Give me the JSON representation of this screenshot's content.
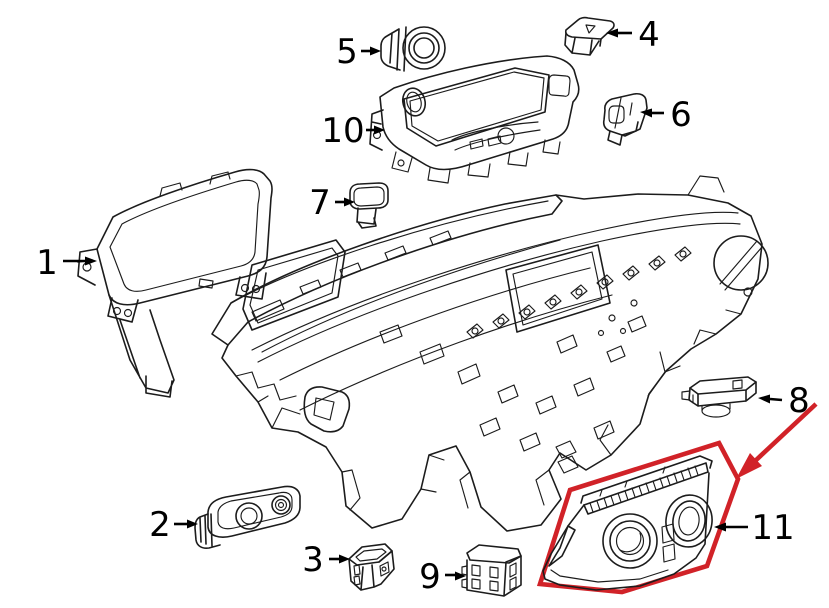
{
  "diagram": {
    "description": "Exploded parts diagram of a vehicle instrument panel (dashboard) with numbered component callouts; part 11 (heater and A/C control) is highlighted in red",
    "background_color": "#ffffff",
    "line_color": "#1c1c1c",
    "highlight_color": "#d12228"
  },
  "callouts": {
    "c1": {
      "label": "1"
    },
    "c2": {
      "label": "2"
    },
    "c3": {
      "label": "3"
    },
    "c4": {
      "label": "4"
    },
    "c5": {
      "label": "5"
    },
    "c6": {
      "label": "6"
    },
    "c7": {
      "label": "7"
    },
    "c8": {
      "label": "8"
    },
    "c9": {
      "label": "9"
    },
    "c10": {
      "label": "10"
    },
    "c11": {
      "label": "11"
    }
  },
  "highlighted_callout": "11"
}
